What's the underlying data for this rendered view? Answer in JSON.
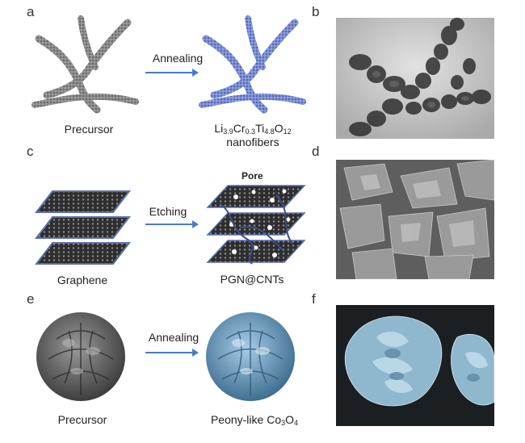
{
  "panels": {
    "a": {
      "letter": "a",
      "left_caption": "Precursor",
      "arrow_label": "Annealing",
      "right_caption": {
        "formula_parts": [
          "Li",
          "3.9",
          "Cr",
          "0.3",
          "Ti",
          "4.8",
          "O",
          "12"
        ],
        "line2": "nanofibers"
      }
    },
    "b": {
      "letter": "b"
    },
    "c": {
      "letter": "c",
      "left_caption": "Graphene",
      "arrow_label": "Etching",
      "right_caption": "PGN@CNTs",
      "callout": "Pore"
    },
    "d": {
      "letter": "d"
    },
    "e": {
      "letter": "e",
      "left_caption": "Precursor",
      "arrow_label": "Annealing",
      "right_caption": {
        "prefix": "Peony-like Co",
        "sub1": "3",
        "mid": "O",
        "sub2": "4"
      }
    },
    "f": {
      "letter": "f"
    }
  },
  "colors": {
    "precursor_gray": "#8a8a8a",
    "annealed_blue": "#7b8fd6",
    "peony_blue": "#7fb0d4",
    "arrow_blue": "#4a7bc8"
  }
}
